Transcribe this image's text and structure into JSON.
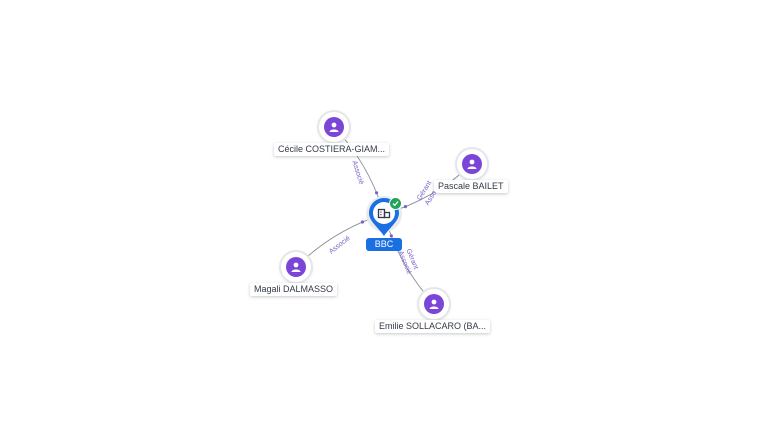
{
  "company": {
    "label": "BBC",
    "icon": "building-icon",
    "status_icon": "check-icon",
    "pin_color": "#1a6fe3",
    "status_color": "#21a35a"
  },
  "people": [
    {
      "key": "costiera",
      "label": "Cécile COSTIERA-GIAM...",
      "roles": [
        "Associé"
      ],
      "icon": "person-icon"
    },
    {
      "key": "bailet",
      "label": "Pascale BAILET",
      "roles": [
        "Gérant",
        "Asso"
      ],
      "icon": "person-icon"
    },
    {
      "key": "dalmasso",
      "label": "Magali DALMASSO",
      "roles": [
        "Associé"
      ],
      "icon": "person-icon"
    },
    {
      "key": "sollacaro",
      "label": "Emilie SOLLACARO (BA...",
      "roles": [
        "Gérant",
        "Associé"
      ],
      "icon": "person-icon"
    }
  ],
  "colors": {
    "person": "#7b45d8",
    "edge": "#8a8f9a",
    "edge_label": "#7b62c9"
  }
}
